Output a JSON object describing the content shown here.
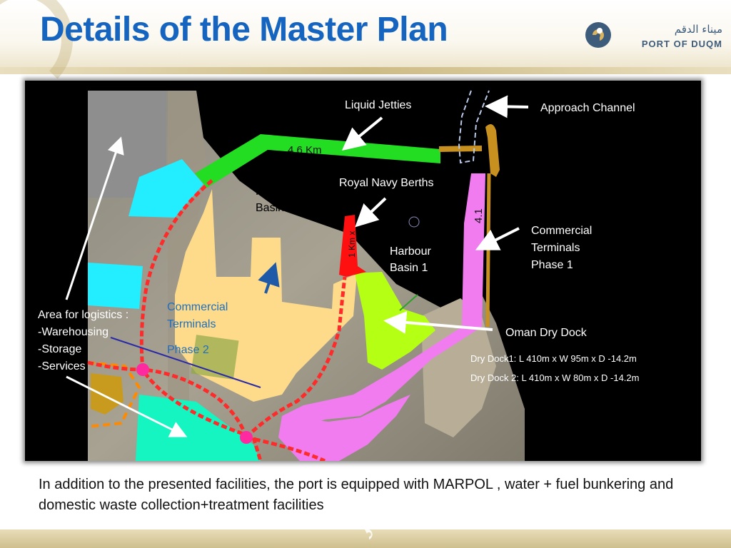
{
  "title": "Details of the Master Plan",
  "logo": {
    "arabic_text": "ميناء الدقم",
    "english_text": "PORT OF DUQM",
    "brand_color": "#1f4e79",
    "accent_color": "#c8a04a"
  },
  "map": {
    "labels": {
      "liquid_jetties": "Liquid Jetties",
      "approach_channel": "Approach Channel",
      "royal_navy_berths": "Royal Navy Berths",
      "harbour_basin_2_line1": "Harbour",
      "harbour_basin_2_line2": "Basin 2",
      "harbour_basin_1_line1": "Harbour",
      "harbour_basin_1_line2": "Basin 1",
      "commercial_phase1_line1": "Commercial",
      "commercial_phase1_line2": "Terminals",
      "commercial_phase1_line3": "Phase 1",
      "commercial_phase2_line1": "Commercial",
      "commercial_phase2_line2": "Terminals",
      "commercial_phase2_line3": "Phase 2",
      "oman_dry_dock": "Oman Dry Dock",
      "dry_dock_1": "Dry Dock1: L 410m x W 95m  x D -14.2m",
      "dry_dock_2": "Dry Dock 2: L 410m x W 80m x D -14.2m",
      "length_4_6": "4.6 Km",
      "length_4_1": "4.1",
      "length_1km": "1 Km x"
    },
    "logistics": {
      "heading": "Area for logistics :",
      "items": [
        " -Warehousing",
        "-Storage",
        "-Services"
      ]
    },
    "colors": {
      "jetty_green": "#22dd22",
      "phase2_yellow": "#fddb8a",
      "phase1_pink": "#f07cf0",
      "dry_dock_lime": "#b4ff14",
      "navy_red": "#ff1010",
      "cyan_zone": "#22eeff",
      "teal_zone": "#14f5c2",
      "road_red": "#ff2a2a"
    }
  },
  "footer_text": "In addition to the presented facilities, the port is equipped with MARPOL , water + fuel bunkering  and domestic waste collection+treatment  facilities"
}
